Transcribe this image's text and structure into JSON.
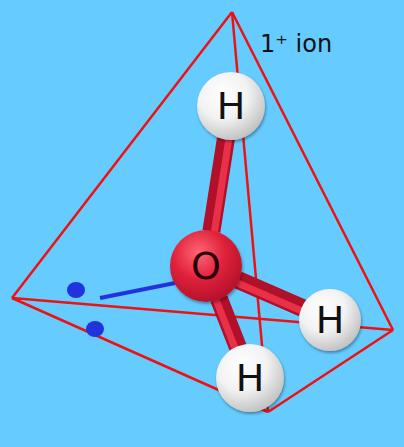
{
  "diagram": {
    "nodes": [
      {
        "text": [
          "H"
        ]
      },
      {
        "text": [
          "O"
        ]
      },
      {
        "text": [
          "H"
        ]
      },
      {
        "text": [
          "H"
        ]
      }
    ],
    "edges": [
      {
        "from": 1,
        "to": 0,
        "arrow": "none"
      },
      {
        "from": 1,
        "to": 2,
        "arrow": "none"
      },
      {
        "from": 1,
        "to": 3,
        "arrow": "none"
      }
    ],
    "labels": [
      "1⁺ ion"
    ]
  }
}
